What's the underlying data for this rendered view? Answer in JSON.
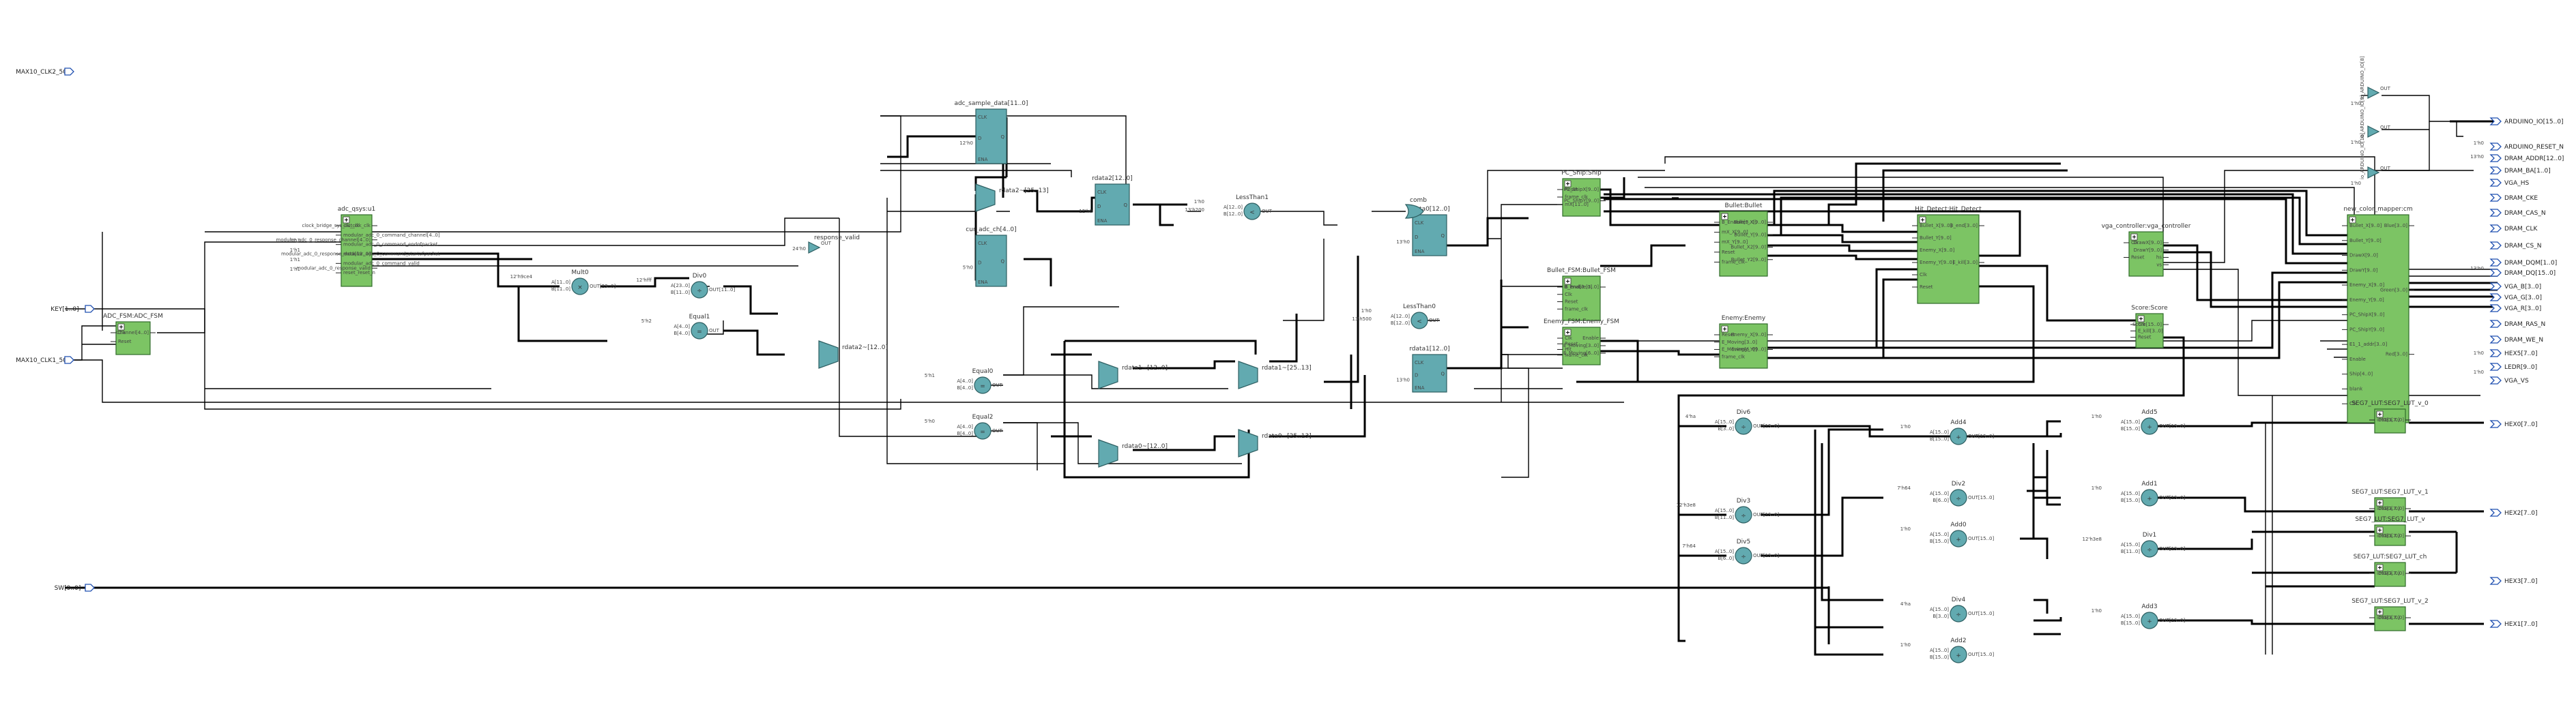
{
  "colors": {
    "module_fill": "#7cc464",
    "module_stroke": "#2f6b2a",
    "prim_fill": "#62aab0",
    "prim_stroke": "#2d5e61",
    "wire": "#000000",
    "pin_outline": "#1f4fb0"
  },
  "inputs": [
    {
      "id": "in-max10-clk2",
      "label": "MAX10_CLK2_50"
    },
    {
      "id": "in-key",
      "label": "KEY[1..0]"
    },
    {
      "id": "in-max10-clk1",
      "label": "MAX10_CLK1_50"
    },
    {
      "id": "in-sw",
      "label": "SW[9..0]"
    }
  ],
  "outputs": [
    {
      "id": "out-arduino-io",
      "label": "ARDUINO_IO[15..0]"
    },
    {
      "id": "out-arduino-reset",
      "label": "ARDUINO_RESET_N"
    },
    {
      "id": "out-dram-addr",
      "label": "DRAM_ADDR[12..0]"
    },
    {
      "id": "out-dram-ba",
      "label": "DRAM_BA[1..0]"
    },
    {
      "id": "out-vga-hs",
      "label": "VGA_HS"
    },
    {
      "id": "out-dram-cke",
      "label": "DRAM_CKE"
    },
    {
      "id": "out-dram-cas",
      "label": "DRAM_CAS_N"
    },
    {
      "id": "out-dram-clk",
      "label": "DRAM_CLK"
    },
    {
      "id": "out-dram-cs",
      "label": "DRAM_CS_N"
    },
    {
      "id": "out-dram-dqm",
      "label": "DRAM_DQM[1..0]"
    },
    {
      "id": "out-dram-dq",
      "label": "DRAM_DQ[15..0]"
    },
    {
      "id": "out-vga-b",
      "label": "VGA_B[3..0]"
    },
    {
      "id": "out-vga-g",
      "label": "VGA_G[3..0]"
    },
    {
      "id": "out-vga-r",
      "label": "VGA_R[3..0]"
    },
    {
      "id": "out-dram-ras",
      "label": "DRAM_RAS_N"
    },
    {
      "id": "out-dram-we",
      "label": "DRAM_WE_N"
    },
    {
      "id": "out-hex5",
      "label": "HEX5[7..0]"
    },
    {
      "id": "out-ledr",
      "label": "LEDR[9..0]"
    },
    {
      "id": "out-vga-vs",
      "label": "VGA_VS"
    },
    {
      "id": "out-hex0",
      "label": "HEX0[7..0]"
    },
    {
      "id": "out-hex2",
      "label": "HEX2[7..0]"
    },
    {
      "id": "out-hex3",
      "label": "HEX3[7..0]"
    },
    {
      "id": "out-hex1",
      "label": "HEX1[7..0]"
    }
  ],
  "modules": [
    {
      "id": "adc-fsm",
      "title": "ADC_FSM:ADC_FSM",
      "ports_in": [
        "Clk",
        "Reset"
      ],
      "ports_out": [
        "Channel[4..0]"
      ]
    },
    {
      "id": "adc-qsys",
      "title": "adc_qsys:u1",
      "ports_in": [
        "clk_clk",
        "modular_adc_0_command_channel[4..0]",
        "modular_adc_0_command_endofpacket",
        "modular_adc_0_command_startofpacket",
        "modular_adc_0_command_valid",
        "reset_reset_n"
      ],
      "ports_out": [
        "clock_bridge_sys_out_clk_clk",
        "modular_adc_0_response_channel[4..0]",
        "modular_adc_0_response_data[11..0]",
        "modular_adc_0_response_valid"
      ],
      "consts": [
        "1'h1",
        "1'h1",
        "1'h1",
        "1'h1"
      ]
    },
    {
      "id": "pc-ship",
      "title": "PC_Ship:Ship",
      "ports_in": [
        "Reset",
        "frame_clk",
        "mX[11..0]"
      ],
      "ports_out": [
        "PC_ShipX[9..0]",
        "PC_ShipY[9..0]"
      ]
    },
    {
      "id": "bullet-fsm",
      "title": "Bullet_FSM:Bullet_FSM",
      "ports_in": [
        "B_end[3..0]",
        "Clk",
        "Reset",
        "frame_clk"
      ],
      "ports_out": [
        "B_Enable[3..0]"
      ]
    },
    {
      "id": "enemy-fsm",
      "title": "Enemy_FSM:Enemy_FSM",
      "ports_in": [
        "Clk",
        "Reset",
        "Hit",
        "frame_clk"
      ],
      "ports_out": [
        "Enable",
        "E_Moving[3..0]",
        "E_Moving[6..0]"
      ]
    },
    {
      "id": "bullet",
      "title": "Bullet:Bullet",
      "ports_in": [
        "B_Enable[3..0]",
        "mX_X[9..0]",
        "mX_Y[9..0]",
        "Reset",
        "frame_clk"
      ],
      "ports_out": [
        "Bullet_X[9..0]",
        "Bullet_Y[9..0]",
        "Bullet_X2[9..0]",
        "Bullet_Y2[9..0]"
      ]
    },
    {
      "id": "enemy",
      "title": "Enemy:Enemy",
      "ports_in": [
        "Reset",
        "E_Moving[3..0]",
        "E_Moving[6..0]",
        "frame_clk"
      ],
      "ports_out": [
        "Enemy_X[9..0]",
        "Enemy_Y[9..0]"
      ]
    },
    {
      "id": "hit-detect",
      "title": "Hit_Detect:Hit_Detect",
      "ports_in": [
        "Bullet_X[9..0]",
        "Bullet_Y[9..0]",
        "Enemy_X[9..0]",
        "Enemy_Y[9..0]",
        "Clk",
        "Reset"
      ],
      "ports_out": [
        "B_end[3..0]",
        "E_kill[3..0]"
      ]
    },
    {
      "id": "vga-ctrl",
      "title": "vga_controller:vga_controller",
      "ports_in": [
        "Clk",
        "Reset"
      ],
      "ports_out": [
        "DrawX[9..0]",
        "DrawY[9..0]",
        "hs",
        "vs"
      ]
    },
    {
      "id": "score",
      "title": "Score:Score",
      "ports_in": [
        "Clk",
        "E_kill[3..0]",
        "Reset"
      ],
      "ports_out": [
        "Score[15..0]"
      ]
    },
    {
      "id": "color-mapper",
      "title": "new_color_mapper:cm",
      "ports_in": [
        "Bullet_X[9..0]",
        "Bullet_Y[9..0]",
        "DrawX[9..0]",
        "DrawY[9..0]",
        "Enemy_X[9..0]",
        "Enemy_Y[9..0]",
        "PC_ShipX[9..0]",
        "PC_ShipY[9..0]",
        "E1_1_addr[3..0]",
        "Enable",
        "Ship[4..0]",
        "blank",
        "Clk"
      ],
      "ports_out": [
        "Blue[3..0]",
        "Green[3..0]",
        "Red[3..0]"
      ]
    },
    {
      "id": "seg-0",
      "title": "SEG7_LUT:SEG7_LUT_v_0",
      "ports_in": [
        "iDIG[3..0]"
      ],
      "ports_out": [
        "oSEG[7..0]"
      ]
    },
    {
      "id": "seg-1",
      "title": "SEG7_LUT:SEG7_LUT_v_1",
      "ports_in": [
        "iDIG[3..0]"
      ],
      "ports_out": [
        "oSEG[7..0]"
      ]
    },
    {
      "id": "seg-v",
      "title": "SEG7_LUT:SEG7_LUT_v",
      "ports_in": [
        "iDIG[3..0]"
      ],
      "ports_out": [
        "oSEG[7..0]"
      ]
    },
    {
      "id": "seg-ch",
      "title": "SEG7_LUT:SEG7_LUT_ch",
      "ports_in": [
        "iDIG[3..0]"
      ],
      "ports_out": [
        "oSEG[7..0]"
      ]
    },
    {
      "id": "seg-2",
      "title": "SEG7_LUT:SEG7_LUT_v_2",
      "ports_in": [
        "iDIG[3..0]"
      ],
      "ports_out": [
        "oSEG[7..0]"
      ]
    }
  ],
  "registers": [
    {
      "id": "adc-sample",
      "title": "adc_sample_data[11..0]",
      "ports": [
        "CLK",
        "D",
        "ENA"
      ],
      "out": "Q",
      "const": "12'h0"
    },
    {
      "id": "cur-adc-ch",
      "title": "cur_adc_ch[4..0]",
      "ports": [
        "CLK",
        "D",
        "ENA"
      ],
      "out": "Q",
      "const": "5'h0"
    },
    {
      "id": "rdata2",
      "title": "rdata2[12..0]",
      "ports": [
        "CLK",
        "D",
        "ENA"
      ],
      "out": "Q",
      "const": "12'h0"
    },
    {
      "id": "rdata0",
      "title": "rdata0[12..0]",
      "ports": [
        "CLK",
        "D",
        "ENA"
      ],
      "out": "Q",
      "const": "13'h0"
    },
    {
      "id": "rdata1",
      "title": "rdata1[12..0]",
      "ports": [
        "CLK",
        "D",
        "ENA"
      ],
      "out": "Q",
      "const": "13'h0"
    }
  ],
  "ops": [
    {
      "id": "mult0",
      "title": "Mult0",
      "kind": "mult",
      "ins": [
        "A[11..0]",
        "B[11..0]"
      ],
      "consts": [
        "12'h9ce4"
      ],
      "out": "OUT[23..0]"
    },
    {
      "id": "div0",
      "title": "Div0",
      "kind": "div",
      "ins": [
        "A[23..0]",
        "B[11..0]"
      ],
      "consts": [
        "12'hfff"
      ],
      "out": "OUT[11..0]"
    },
    {
      "id": "equal1",
      "title": "Equal1",
      "kind": "eq",
      "ins": [
        "A[4..0]",
        "B[4..0]"
      ],
      "consts": [
        "5'h2"
      ],
      "out": "OUT"
    },
    {
      "id": "equal0",
      "title": "Equal0",
      "kind": "eq",
      "ins": [
        "A[4..0]",
        "B[4..0]"
      ],
      "consts": [
        "5'h1"
      ],
      "out": "OUT"
    },
    {
      "id": "equal2",
      "title": "Equal2",
      "kind": "eq",
      "ins": [
        "A[4..0]",
        "B[4..0]"
      ],
      "consts": [
        "5'h0"
      ],
      "out": "OUT"
    },
    {
      "id": "lessthan1",
      "title": "LessThan1",
      "kind": "lt",
      "ins": [
        "A[12..0]",
        "B[12..0]"
      ],
      "consts": [
        "1'h0",
        "13'h200"
      ],
      "out": "OUT"
    },
    {
      "id": "lessthan0",
      "title": "LessThan0",
      "kind": "lt",
      "ins": [
        "A[12..0]",
        "B[12..0]"
      ],
      "consts": [
        "1'h0",
        "13'h500"
      ],
      "out": "OUT"
    },
    {
      "id": "div6",
      "title": "Div6",
      "kind": "div",
      "ins": [
        "A[15..0]",
        "B[3..0]"
      ],
      "consts": [
        "4'ha"
      ],
      "out": "OUT[15..0]"
    },
    {
      "id": "div3",
      "title": "Div3",
      "kind": "div",
      "ins": [
        "A[15..0]",
        "B[11..0]"
      ],
      "consts": [
        "12'h3e8"
      ],
      "out": "OUT[15..0]"
    },
    {
      "id": "div5",
      "title": "Div5",
      "kind": "div",
      "ins": [
        "A[15..0]",
        "B[6..0]"
      ],
      "consts": [
        "7'h64"
      ],
      "out": "OUT[15..0]"
    },
    {
      "id": "add4",
      "title": "Add4",
      "kind": "add",
      "ins": [
        "A[15..0]",
        "B[15..0]"
      ],
      "consts": [
        "1'h0"
      ],
      "out": "OUT[15..0]"
    },
    {
      "id": "div2",
      "title": "Div2",
      "kind": "div",
      "ins": [
        "A[15..0]",
        "B[6..0]"
      ],
      "consts": [
        "7'h64"
      ],
      "out": "OUT[15..0]"
    },
    {
      "id": "add0",
      "title": "Add0",
      "kind": "add",
      "ins": [
        "A[15..0]",
        "B[15..0]"
      ],
      "consts": [
        "1'h0"
      ],
      "out": "OUT[15..0]"
    },
    {
      "id": "add5",
      "title": "Add5",
      "kind": "add",
      "ins": [
        "A[15..0]",
        "B[15..0]"
      ],
      "consts": [
        "1'h0"
      ],
      "out": "OUT[15..0]"
    },
    {
      "id": "add1",
      "title": "Add1",
      "kind": "add",
      "ins": [
        "A[15..0]",
        "B[15..0]"
      ],
      "consts": [
        "1'h0"
      ],
      "out": "OUT[15..0]"
    },
    {
      "id": "div1",
      "title": "Div1",
      "kind": "div",
      "ins": [
        "A[15..0]",
        "B[11..0]"
      ],
      "consts": [
        "12'h3e8"
      ],
      "out": "OUT[15..0]"
    },
    {
      "id": "div4",
      "title": "Div4",
      "kind": "div",
      "ins": [
        "A[15..0]",
        "B[3..0]"
      ],
      "consts": [
        "4'ha"
      ],
      "out": "OUT[15..0]"
    },
    {
      "id": "add2",
      "title": "Add2",
      "kind": "add",
      "ins": [
        "A[15..0]",
        "B[15..0]"
      ],
      "consts": [
        "1'h0"
      ],
      "out": "OUT[15..0]"
    },
    {
      "id": "add3",
      "title": "Add3",
      "kind": "add",
      "ins": [
        "A[15..0]",
        "B[15..0]"
      ],
      "consts": [
        "1'h0"
      ],
      "out": "OUT[15..0]"
    }
  ],
  "muxes": [
    {
      "id": "rdata2-mux",
      "title": "rdata2~[25..13]"
    },
    {
      "id": "rdata2-mux0",
      "title": "rdata2~[12..0]"
    },
    {
      "id": "rdata1-mux0",
      "title": "rdata1~[12..0]"
    },
    {
      "id": "rdata1-mux",
      "title": "rdata1~[25..13]"
    },
    {
      "id": "rdata0-mux0",
      "title": "rdata0~[12..0]"
    },
    {
      "id": "rdata0-mux",
      "title": "rdata0~[25..13]"
    }
  ],
  "gates": [
    {
      "id": "response-valid",
      "title": "response_valid",
      "out": "OUT",
      "const": "24'h0"
    },
    {
      "id": "comb",
      "title": "comb",
      "out": "OUT"
    },
    {
      "id": "arduino-io8",
      "title": "io_ARDUINO_IO[8]",
      "out": "OUT",
      "const": "1'h0"
    },
    {
      "id": "arduino-io9",
      "title": "io_ARDUINO_IO[9]",
      "out": "OUT",
      "const": "1'h0"
    },
    {
      "id": "arduino-io10",
      "title": "io_ARDUINO_IO[10]",
      "out": "OUT",
      "const": "1'h0"
    }
  ],
  "misc_consts": [
    "1'h0",
    "13'h0",
    "13'h0",
    "1'h0",
    "1'h0"
  ]
}
